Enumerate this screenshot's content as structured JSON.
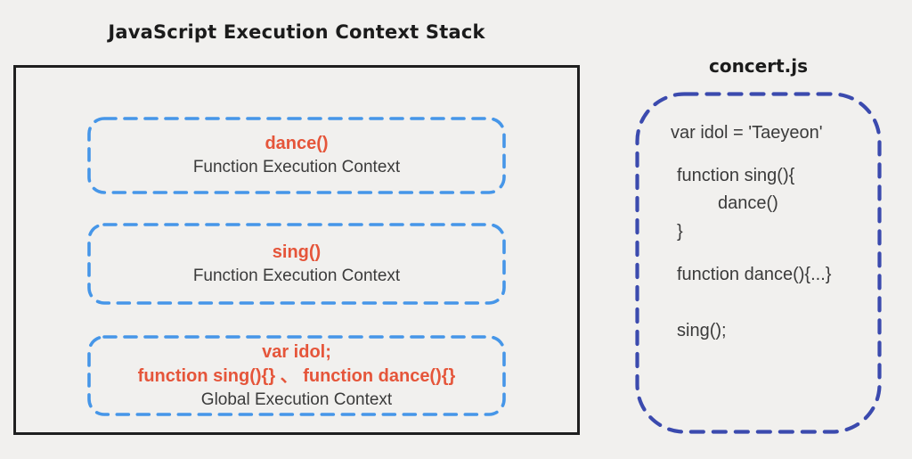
{
  "title": "JavaScript Execution Context Stack",
  "stack": {
    "frames": [
      {
        "name": "dance()",
        "label": "Function Execution Context"
      },
      {
        "name": "sing()",
        "label": "Function Execution Context"
      },
      {
        "line1": "var idol;",
        "line2": "function sing(){} 、 function dance(){}",
        "label": "Global Execution Context"
      }
    ]
  },
  "file": {
    "name": "concert.js",
    "code_lines": [
      "var idol = 'Taeyeon'",
      "function sing(){",
      "dance()",
      "}",
      "function dance(){...}",
      "sing();"
    ]
  },
  "colors": {
    "background": "#f1f0ee",
    "stack_border": "#1f1f1f",
    "frame_dash_blue": "#4696e8",
    "code_dash_indigo": "#3b4aae",
    "highlight_orange": "#e5553a",
    "body_text": "#3b3b3b"
  }
}
